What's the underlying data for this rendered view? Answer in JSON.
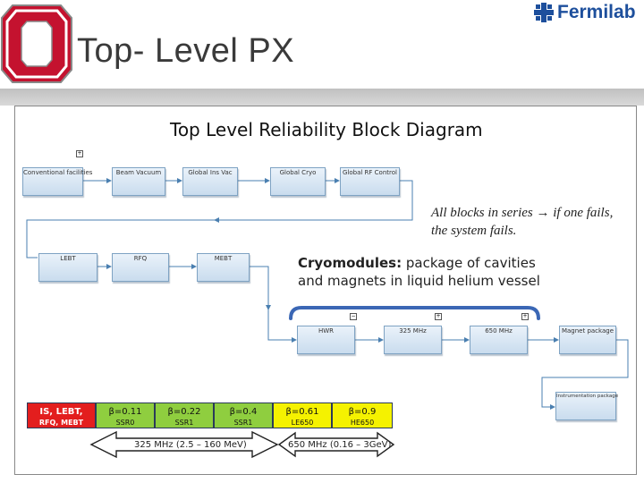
{
  "slide": {
    "title": "Top- Level PX",
    "logo_text": "Fermilab"
  },
  "diagram": {
    "title": "Top Level Reliability Block Diagram",
    "row1": [
      "Conventional facilities",
      "Beam Vacuum",
      "Global Ins Vac",
      "Global Cryo",
      "Global RF Control"
    ],
    "row2": [
      "LEBT",
      "RFQ",
      "MEBT"
    ],
    "row3": [
      "HWR",
      "325 MHz",
      "650 MHz",
      "Magnet package"
    ],
    "row4": [
      "Instrumentation package"
    ],
    "note_series": "All blocks in series → if one fails, the system fails.",
    "note_cryo_bold": "Cryomodules:",
    "note_cryo_rest": " package of cavities and magnets in liquid helium vessel"
  },
  "segments": [
    {
      "top": "IS, LEBT,",
      "bottom": "RFQ, MEBT",
      "color": "#e31e1e"
    },
    {
      "top": "β=0.11",
      "bottom": "SSR0",
      "color": "#8fce3f"
    },
    {
      "top": "β=0.22",
      "bottom": "SSR1",
      "color": "#8fce3f"
    },
    {
      "top": "β=0.4",
      "bottom": "SSR1",
      "color": "#8fce3f"
    },
    {
      "top": "β=0.61",
      "bottom": "LE650",
      "color": "#f5f200"
    },
    {
      "top": "β=0.9",
      "bottom": "HE650",
      "color": "#f5f200"
    }
  ],
  "ranges": {
    "low": "325 MHz (2.5 – 160 MeV)",
    "high": "650 MHz (0.16 – 3GeV)"
  },
  "colors": {
    "title_gray": "#3a3a3a",
    "fermilab_blue": "#1d4f9c",
    "ohio_red": "#c4122f"
  }
}
